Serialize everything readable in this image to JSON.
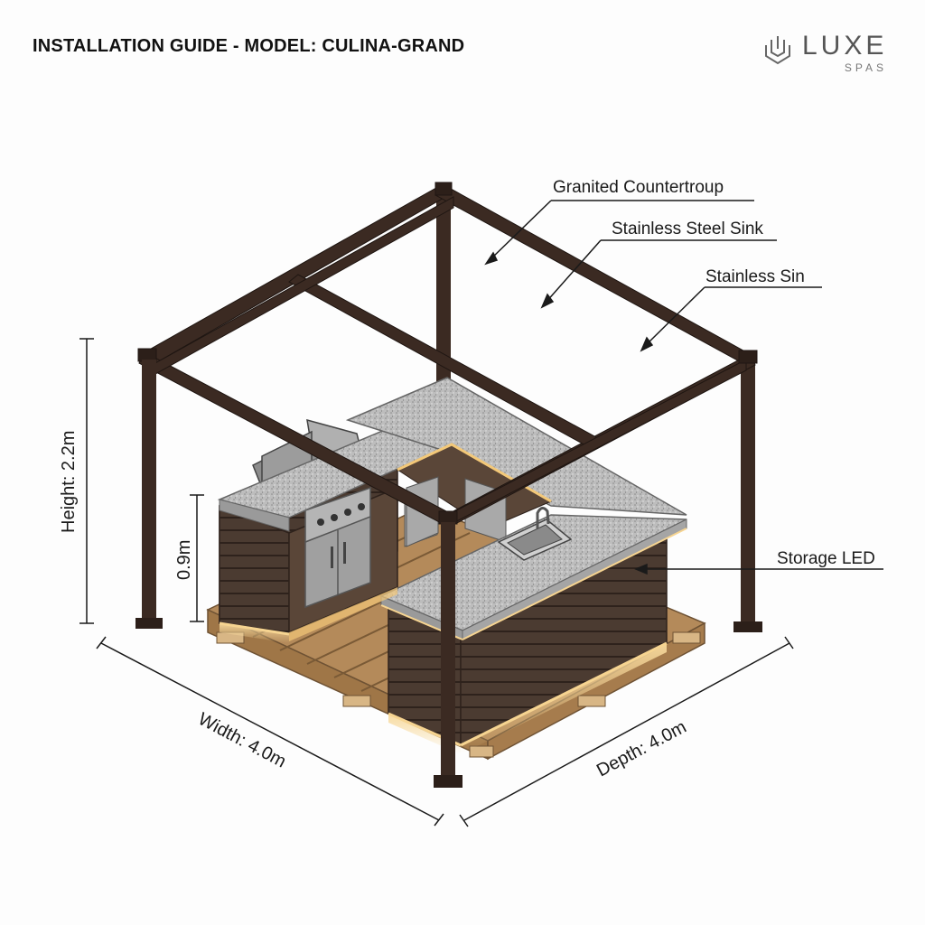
{
  "header": {
    "title": "INSTALLATION GUIDE - MODEL: CULINA-GRAND"
  },
  "brand": {
    "name": "LUXE",
    "subtitle": "SPAS"
  },
  "callouts": {
    "countertop": "Granited Countertroup",
    "sink": "Stainless Steel Sink",
    "sink2": "Stainless Sin",
    "storage_led": "Storage LED"
  },
  "dimensions": {
    "height": "Height: 2.2m",
    "counter_height": "0.9m",
    "width": "Width: 4.0m",
    "depth": "Depth: 4.0m"
  },
  "colors": {
    "frame": "#3b2a22",
    "granite": "#b9b9b9",
    "wood": "#4a3a30",
    "pallet": "#c9a476",
    "steel": "#9d9d9d",
    "led": "#f3c878"
  }
}
